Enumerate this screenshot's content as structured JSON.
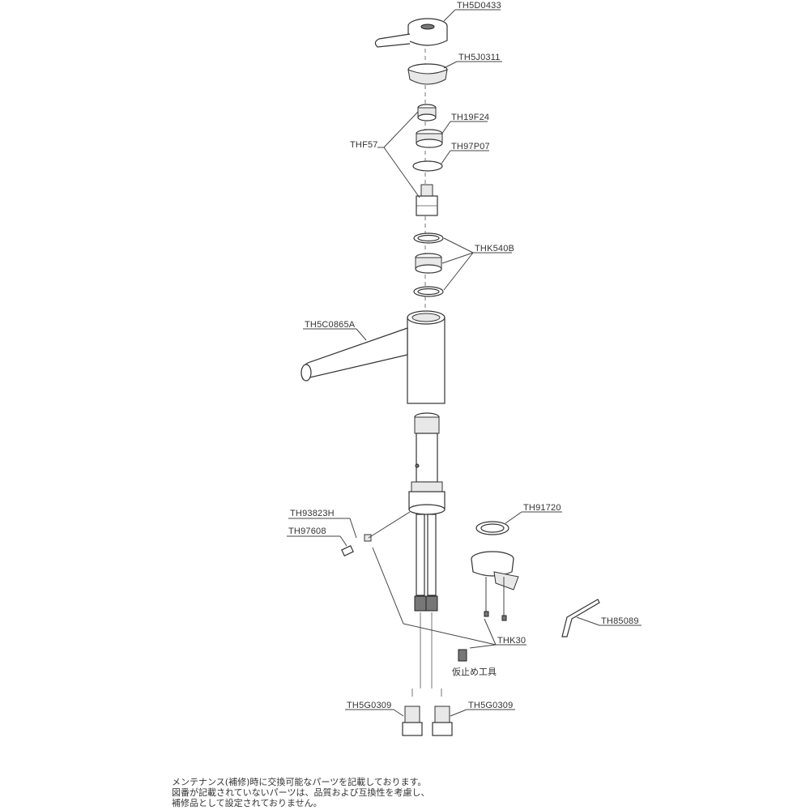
{
  "labels": {
    "th5d0433": "TH5D0433",
    "th5j0311": "TH5J0311",
    "th19f24": "TH19F24",
    "thf57": "THF57",
    "th97p07": "TH97P07",
    "thk540b": "THK540B",
    "th5c0865a": "TH5C0865A",
    "th93823h": "TH93823H",
    "th97608": "TH97608",
    "th91720": "TH91720",
    "th85089": "TH85089",
    "thk30": "THK30",
    "temp_tool": "仮止め工具",
    "th5g0309_left": "TH5G0309",
    "th5g0309_right": "TH5G0309"
  },
  "notes": [
    "メンテナンス(補修)時に交換可能なパーツを記載しております。",
    "図番が記載されていないパーツは、品質および互換性を考慮し、",
    "補修品として設定されておりません。"
  ]
}
